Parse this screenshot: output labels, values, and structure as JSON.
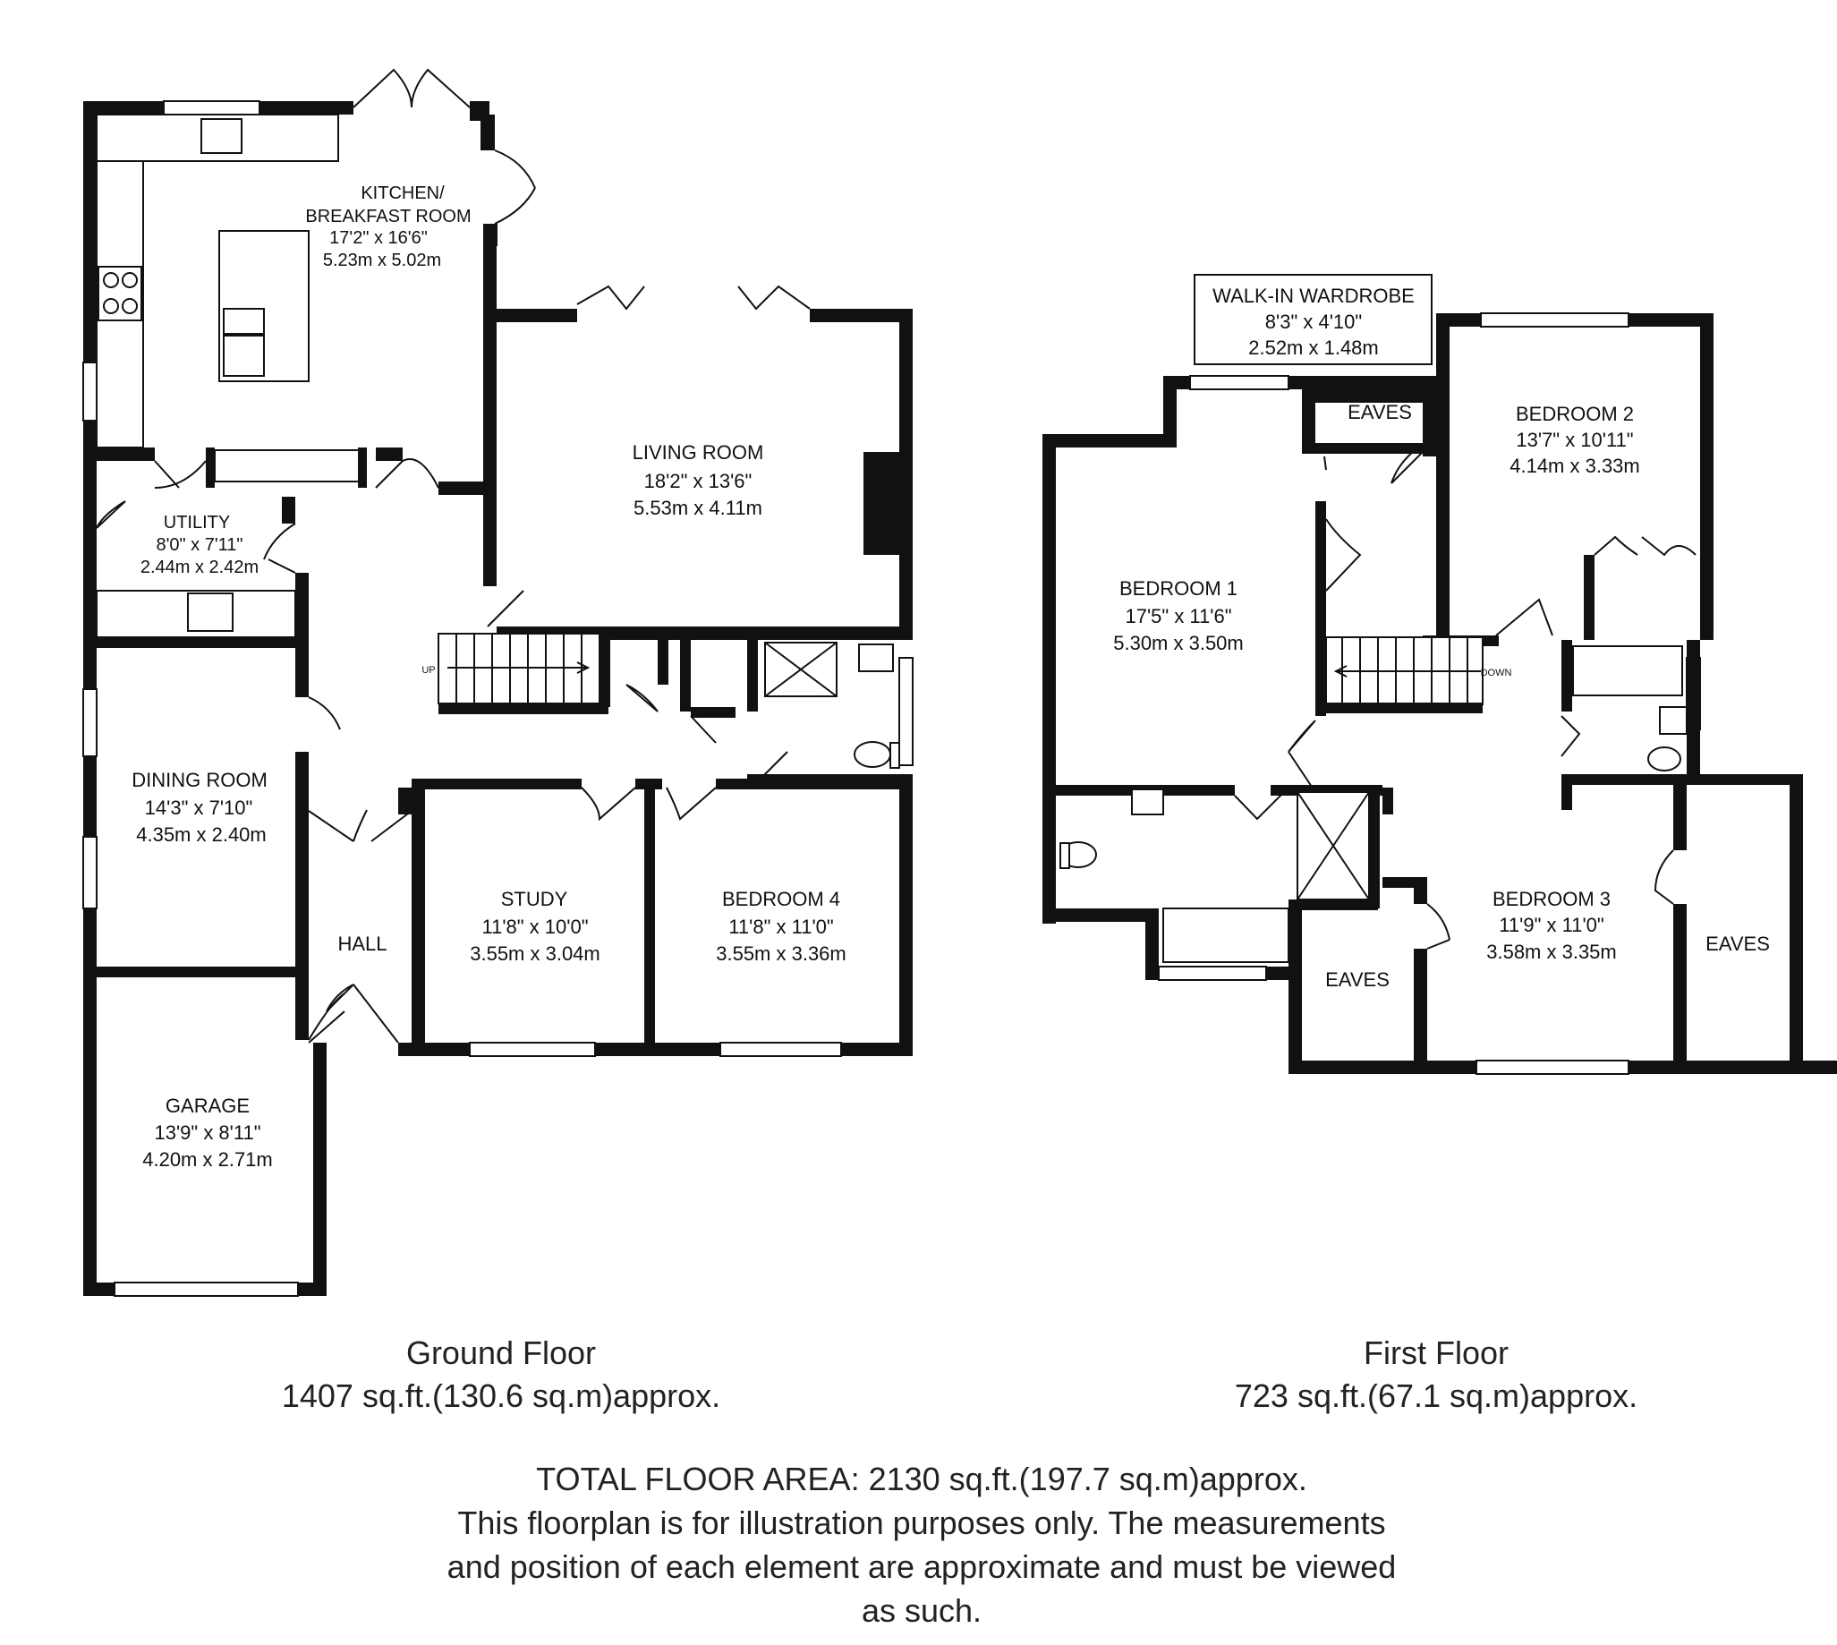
{
  "ground_floor": {
    "rooms": {
      "kitchen": {
        "name_line1": "KITCHEN/",
        "name_line2": "BREAKFAST ROOM",
        "imperial": "17'2\" x 16'6\"",
        "metric": "5.23m x 5.02m"
      },
      "living": {
        "name": "LIVING ROOM",
        "imperial": "18'2\" x 13'6\"",
        "metric": "5.53m x 4.11m"
      },
      "utility": {
        "name": "UTILITY",
        "imperial": "8'0\" x 7'11\"",
        "metric": "2.44m x 2.42m"
      },
      "dining": {
        "name": "DINING ROOM",
        "imperial": "14'3\" x 7'10\"",
        "metric": "4.35m x 2.40m"
      },
      "hall": {
        "name": "HALL"
      },
      "study": {
        "name": "STUDY",
        "imperial": "11'8\" x 10'0\"",
        "metric": "3.55m x 3.04m"
      },
      "bedroom4": {
        "name": "BEDROOM 4",
        "imperial": "11'8\" x 11'0\"",
        "metric": "3.55m x 3.36m"
      },
      "garage": {
        "name": "GARAGE",
        "imperial": "13'9\" x 8'11\"",
        "metric": "4.20m x 2.71m"
      }
    },
    "stairs_label": "UP",
    "title": "Ground Floor",
    "area": "1407 sq.ft.(130.6 sq.m)approx."
  },
  "first_floor": {
    "rooms": {
      "wardrobe": {
        "name": "WALK-IN WARDROBE",
        "imperial": "8'3\" x 4'10\"",
        "metric": "2.52m x 1.48m"
      },
      "eaves_top": {
        "name": "EAVES"
      },
      "bedroom1": {
        "name": "BEDROOM 1",
        "imperial": "17'5\" x 11'6\"",
        "metric": "5.30m x 3.50m"
      },
      "bedroom2": {
        "name": "BEDROOM 2",
        "imperial": "13'7\" x 10'11\"",
        "metric": "4.14m x 3.33m"
      },
      "bedroom3": {
        "name": "BEDROOM 3",
        "imperial": "11'9\" x 11'0\"",
        "metric": "3.58m x 3.35m"
      },
      "eaves_left": {
        "name": "EAVES"
      },
      "eaves_right": {
        "name": "EAVES"
      }
    },
    "stairs_label": "DOWN",
    "title": "First Floor",
    "area": "723 sq.ft.(67.1 sq.m)approx."
  },
  "footer": {
    "total": "TOTAL FLOOR AREA: 2130 sq.ft.(197.7 sq.m)approx.",
    "disclaimer_1": "This floorplan is for illustration purposes only. The measurements",
    "disclaimer_2": "and position of each element are approximate and must be viewed",
    "disclaimer_3": "as such."
  }
}
